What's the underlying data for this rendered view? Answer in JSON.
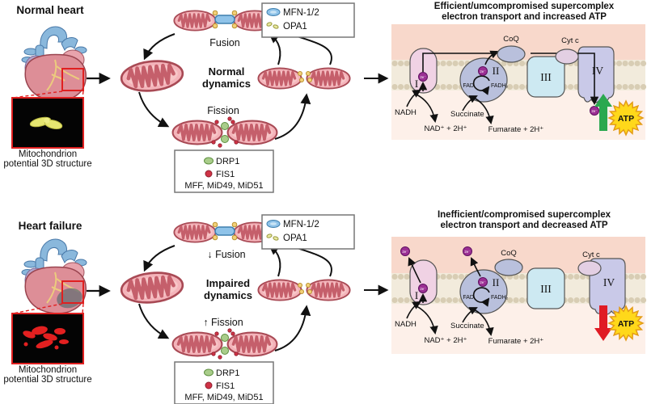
{
  "colors": {
    "mito_pink": "#f4b4ba",
    "mito_outline": "#a94a55",
    "panel_upper_pink": "#f8d8cb",
    "panel_lower_pink": "#fdf0e9",
    "membrane_beige": "#f2ebdc",
    "electron_purple": "#9b2f94",
    "atp_yellow": "#ffd81a",
    "increase_green": "#2aa84f",
    "decrease_red": "#e01b24",
    "mfn_blue": "#8fc3e9",
    "opa1_yellow": "#e9e9a0",
    "drp1_green": "#a9cd8a",
    "fis1_red": "#cf3346",
    "highlight_box_red": "#e02020"
  },
  "top": {
    "heading": "Normal heart",
    "caption1": "Mitochondrion",
    "caption2": "potential 3D structure",
    "fusion_label": "Fusion",
    "fission_label": "Fission",
    "dynamics1": "Normal",
    "dynamics2": "dynamics",
    "mfn_legend": {
      "row1": "MFN-1/2",
      "row2": "OPA1"
    },
    "fission_legend": {
      "row1": "DRP1",
      "row2": "FIS1",
      "row3": "MFF, MiD49, MiD51"
    },
    "etc": {
      "title1": "Efficient/umcompromised supercomplex",
      "title2": "electron transport and increased ATP",
      "complex1": "I",
      "complex2": "II",
      "complex3": "III",
      "complex4": "IV",
      "coq": "CoQ",
      "cytc": "Cyt c",
      "fad": "FAD",
      "fadh2": "FADH₂",
      "nadh": "NADH",
      "nad_out": "NAD⁺ + 2H⁺",
      "succinate": "Succinate",
      "fumarate_out": "Fumarate + 2H⁺",
      "atp": "ATP",
      "electron": "2e⁻"
    }
  },
  "bottom": {
    "heading": "Heart failure",
    "caption1": "Mitochondrion",
    "caption2": "potential 3D structure",
    "fusion_label": "↓ Fusion",
    "fission_label": "↑ Fission",
    "dynamics1": "Impaired",
    "dynamics2": "dynamics",
    "mfn_legend": {
      "row1": "MFN-1/2",
      "row2": "OPA1"
    },
    "fission_legend": {
      "row1": "DRP1",
      "row2": "FIS1",
      "row3": "MFF, MiD49, MiD51"
    },
    "etc": {
      "title1": "Inefficient/compromised supercomplex",
      "title2": "electron transport and decreased ATP",
      "complex1": "I",
      "complex2": "II",
      "complex3": "III",
      "complex4": "IV",
      "coq": "CoQ",
      "cytc": "Cyt c",
      "fad": "FAD",
      "fadh2": "FADH₂",
      "nadh": "NADH",
      "nad_out": "NAD⁺ + 2H⁺",
      "succinate": "Succinate",
      "fumarate_out": "Fumarate + 2H⁺",
      "atp": "ATP",
      "electron": "2e⁻"
    }
  }
}
